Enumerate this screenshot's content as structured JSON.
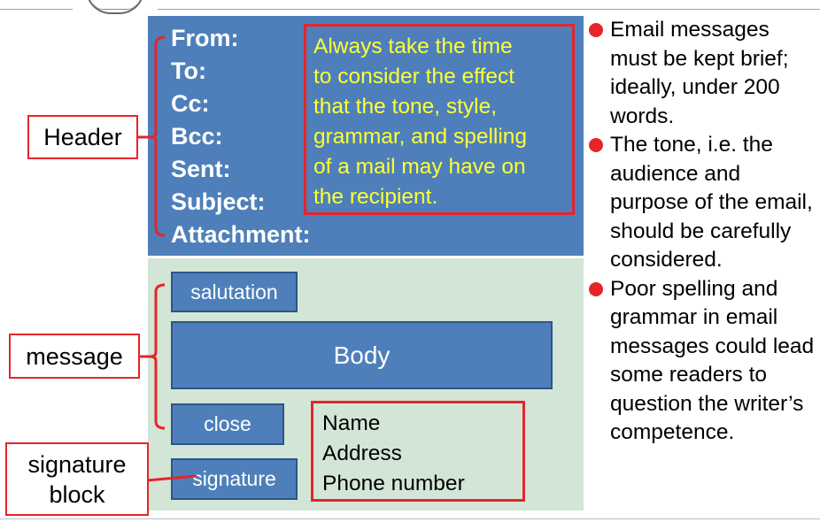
{
  "header_fields": [
    "From:",
    "To:",
    "Cc:",
    "Bcc:",
    "Sent:",
    "Subject:",
    "Attachment:"
  ],
  "note_lines": [
    "Always take the time",
    "to consider the effect",
    "that the tone, style,",
    "grammar, and spelling",
    "of a mail may have on",
    "the recipient."
  ],
  "labels": {
    "header": "Header",
    "message": "message",
    "signature_block_line1": "signature",
    "signature_block_line2": "block"
  },
  "boxes": {
    "salutation": "salutation",
    "body": "Body",
    "close": "close",
    "signature": "signature"
  },
  "signature_lines": [
    "Name",
    "Address",
    "Phone number"
  ],
  "bullets": [
    "Email messages must be kept brief; ideally, under 200 words.",
    "The tone, i.e. the audience and purpose of the email, should be carefully considered.",
    "Poor spelling and grammar in email messages could lead some readers to question the writer’s competence."
  ],
  "colors": {
    "panel_blue": "#4e7fba",
    "panel_green": "#d3e5d6",
    "callout_red": "#e5252a",
    "note_yellow": "#ffff33"
  }
}
